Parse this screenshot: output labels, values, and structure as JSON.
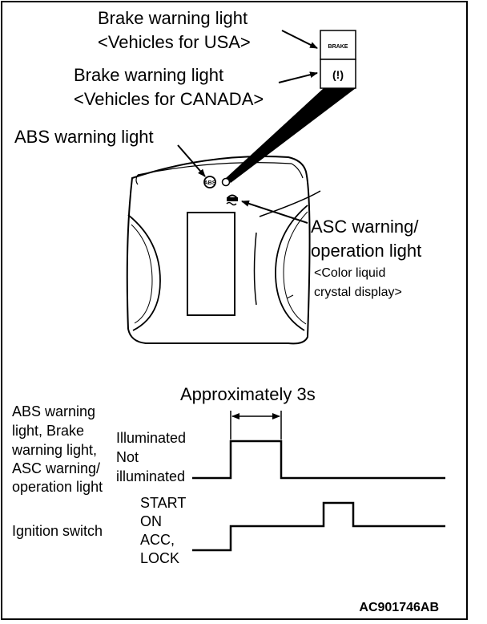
{
  "labels": {
    "brake_usa_line1": "Brake warning light",
    "brake_usa_line2": "<Vehicles for USA>",
    "brake_canada_line1": "Brake warning light",
    "brake_canada_line2": "<Vehicles for CANADA>",
    "abs": "ABS warning light",
    "asc_line1": "ASC warning/",
    "asc_line2": "operation light",
    "asc_line3": "<Color liquid",
    "asc_line4": "crystal display>",
    "brake_lamp_text": "BRAKE",
    "brake_canada_symbol": "(!)"
  },
  "timing": {
    "duration_label": "Approximately 3s",
    "lamps_label_lines": [
      "ABS warning",
      "light, Brake",
      "warning light,",
      "ASC warning/",
      "operation light"
    ],
    "illuminated": "Illuminated",
    "not_illuminated_lines": [
      "Not",
      "illuminated"
    ],
    "ignition_label": "Ignition switch",
    "ignition_states": [
      "START",
      "ON",
      "ACC,",
      "LOCK"
    ]
  },
  "figure_code": "AC901746AB"
}
